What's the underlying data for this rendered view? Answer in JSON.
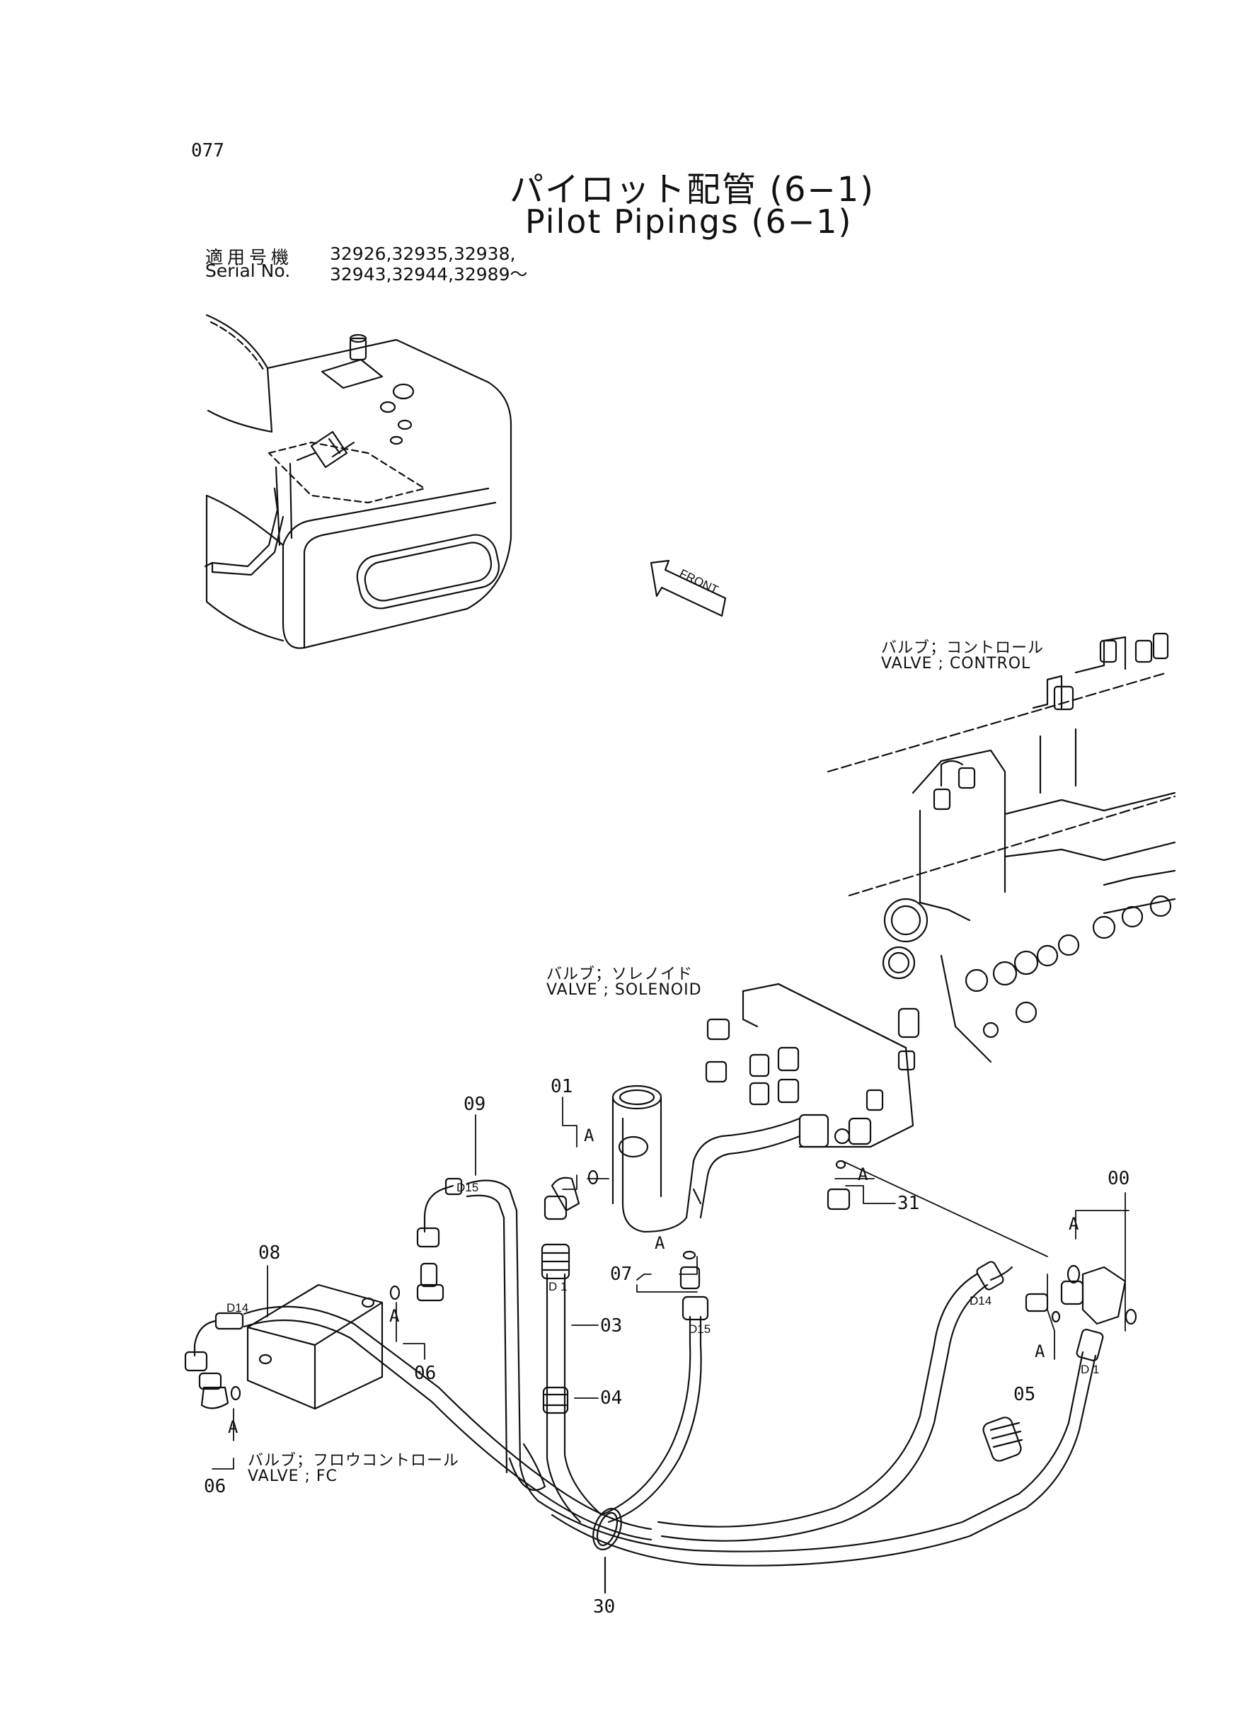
{
  "page_number": "077",
  "title": {
    "japanese": "パイロット配管 (6−1)",
    "english": "Pilot Pipings (6−1)"
  },
  "serial": {
    "label_jp": "適用号機",
    "label_en": "Serial No.",
    "line1": "32926,32935,32938,",
    "line2": "32943,32944,32989～"
  },
  "front_label": "FRONT",
  "components": {
    "control_valve": {
      "jp": "バルブ；コントロール",
      "en": "VALVE ; CONTROL"
    },
    "solenoid_valve": {
      "jp": "バルブ；ソレノイド",
      "en": "VALVE ; SOLENOID"
    },
    "fc_valve": {
      "jp": "バルブ；フロウコントロール",
      "en": "VALVE ; FC"
    }
  },
  "part_numbers": [
    "00",
    "01",
    "03",
    "04",
    "05",
    "06",
    "07",
    "08",
    "09",
    "30",
    "31"
  ],
  "connection_labels": [
    "D15",
    "D14",
    "D 1",
    "A"
  ],
  "colors": {
    "ink": "#111111",
    "paper": "#ffffff"
  }
}
